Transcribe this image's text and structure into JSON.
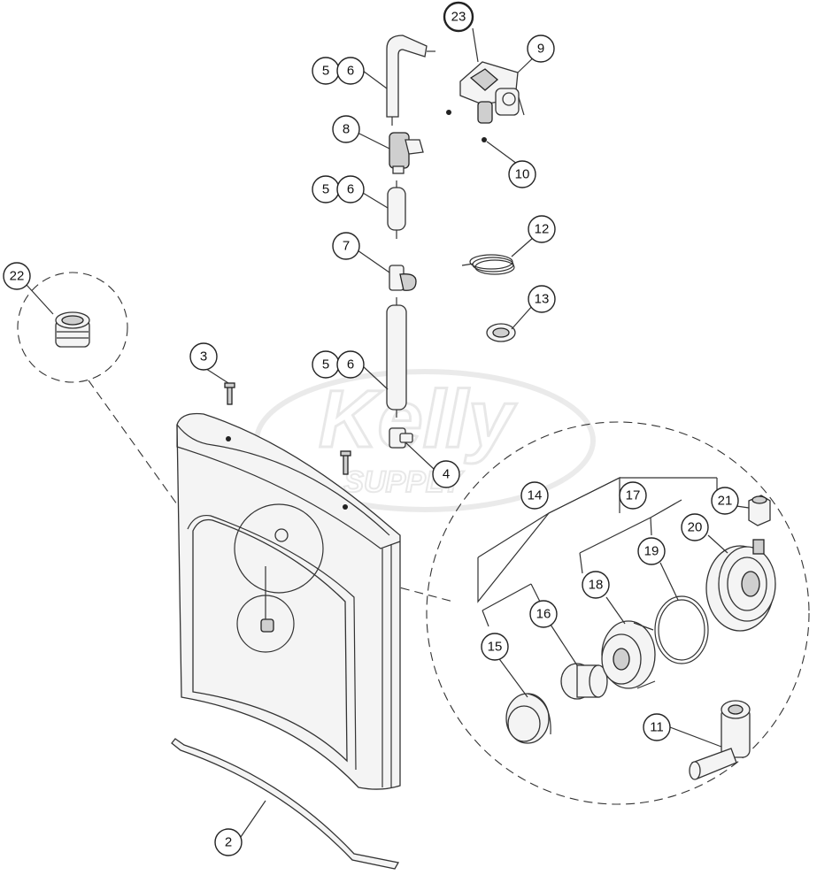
{
  "callouts": {
    "c2": "2",
    "c3": "3",
    "c4": "4",
    "c5a": "5",
    "c6a": "6",
    "c5b": "5",
    "c6b": "6",
    "c5c": "5",
    "c6c": "6",
    "c7": "7",
    "c8": "8",
    "c9": "9",
    "c10": "10",
    "c11": "11",
    "c12": "12",
    "c13": "13",
    "c14": "14",
    "c15": "15",
    "c16": "16",
    "c17": "17",
    "c18": "18",
    "c19": "19",
    "c20": "20",
    "c21": "21",
    "c22": "22",
    "c23": "23"
  },
  "watermark": {
    "line1": "Kelly",
    "line2": "SUPPLY"
  }
}
